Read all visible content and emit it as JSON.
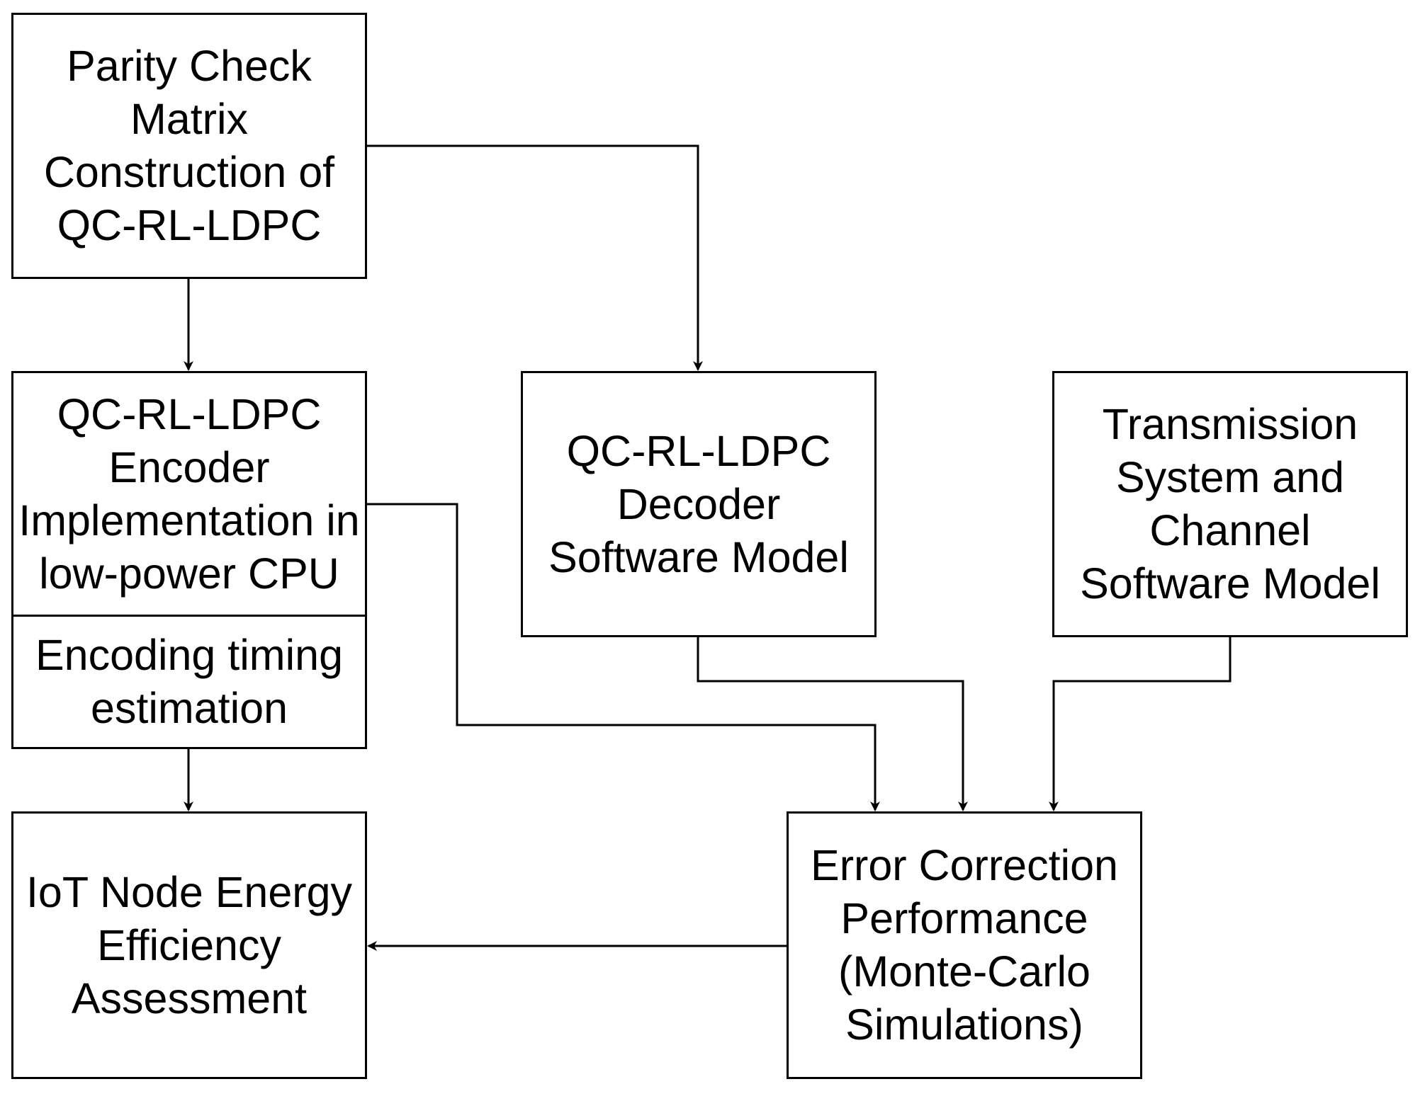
{
  "diagram": {
    "nodes": {
      "parity_check": {
        "label": "Parity Check\nMatrix\nConstruction of\nQC-RL-LDPC"
      },
      "encoder": {
        "label": "QC-RL-LDPC\nEncoder\nImplementation in\nlow-power CPU",
        "sub_label": "Encoding timing\nestimation"
      },
      "decoder": {
        "label": "QC-RL-LDPC\nDecoder\nSoftware Model"
      },
      "transmission": {
        "label": "Transmission\nSystem and\nChannel\nSoftware Model"
      },
      "error_correction": {
        "label": "Error Correction\nPerformance\n(Monte-Carlo\nSimulations)"
      },
      "iot_energy": {
        "label": "IoT Node Energy\nEfficiency\nAssessment"
      }
    },
    "edges": [
      {
        "from": "parity_check",
        "to": "encoder"
      },
      {
        "from": "parity_check",
        "to": "decoder"
      },
      {
        "from": "encoder",
        "to": "iot_energy"
      },
      {
        "from": "encoder",
        "to": "error_correction"
      },
      {
        "from": "decoder",
        "to": "error_correction"
      },
      {
        "from": "transmission",
        "to": "error_correction"
      },
      {
        "from": "error_correction",
        "to": "iot_energy"
      }
    ]
  }
}
